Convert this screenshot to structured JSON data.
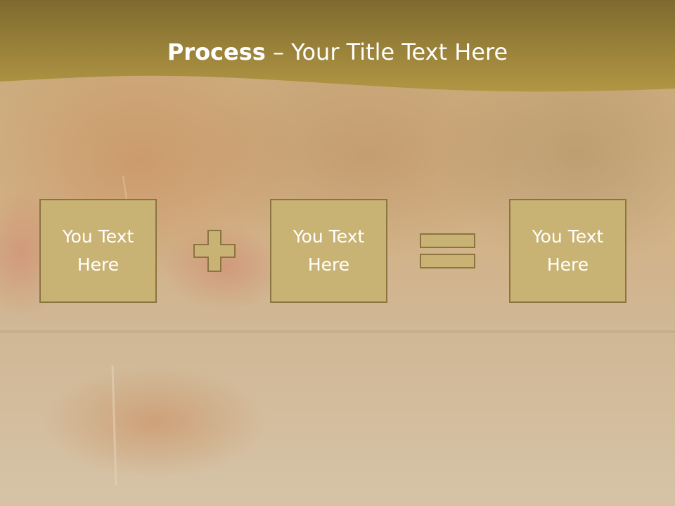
{
  "slide": {
    "title_strong": "Process",
    "title_rest": " – Your Title Text Here"
  },
  "process": {
    "boxes": [
      {
        "line1": "You Text",
        "line2": "Here"
      },
      {
        "line1": "You Text",
        "line2": "Here"
      },
      {
        "line1": "You Text",
        "line2": "Here"
      }
    ],
    "operators": [
      "plus-icon",
      "equals-icon"
    ]
  },
  "colors": {
    "header_band": "#a88f3e",
    "box_fill": "#c9b374",
    "box_border": "#8a7440",
    "text": "#ffffff"
  }
}
